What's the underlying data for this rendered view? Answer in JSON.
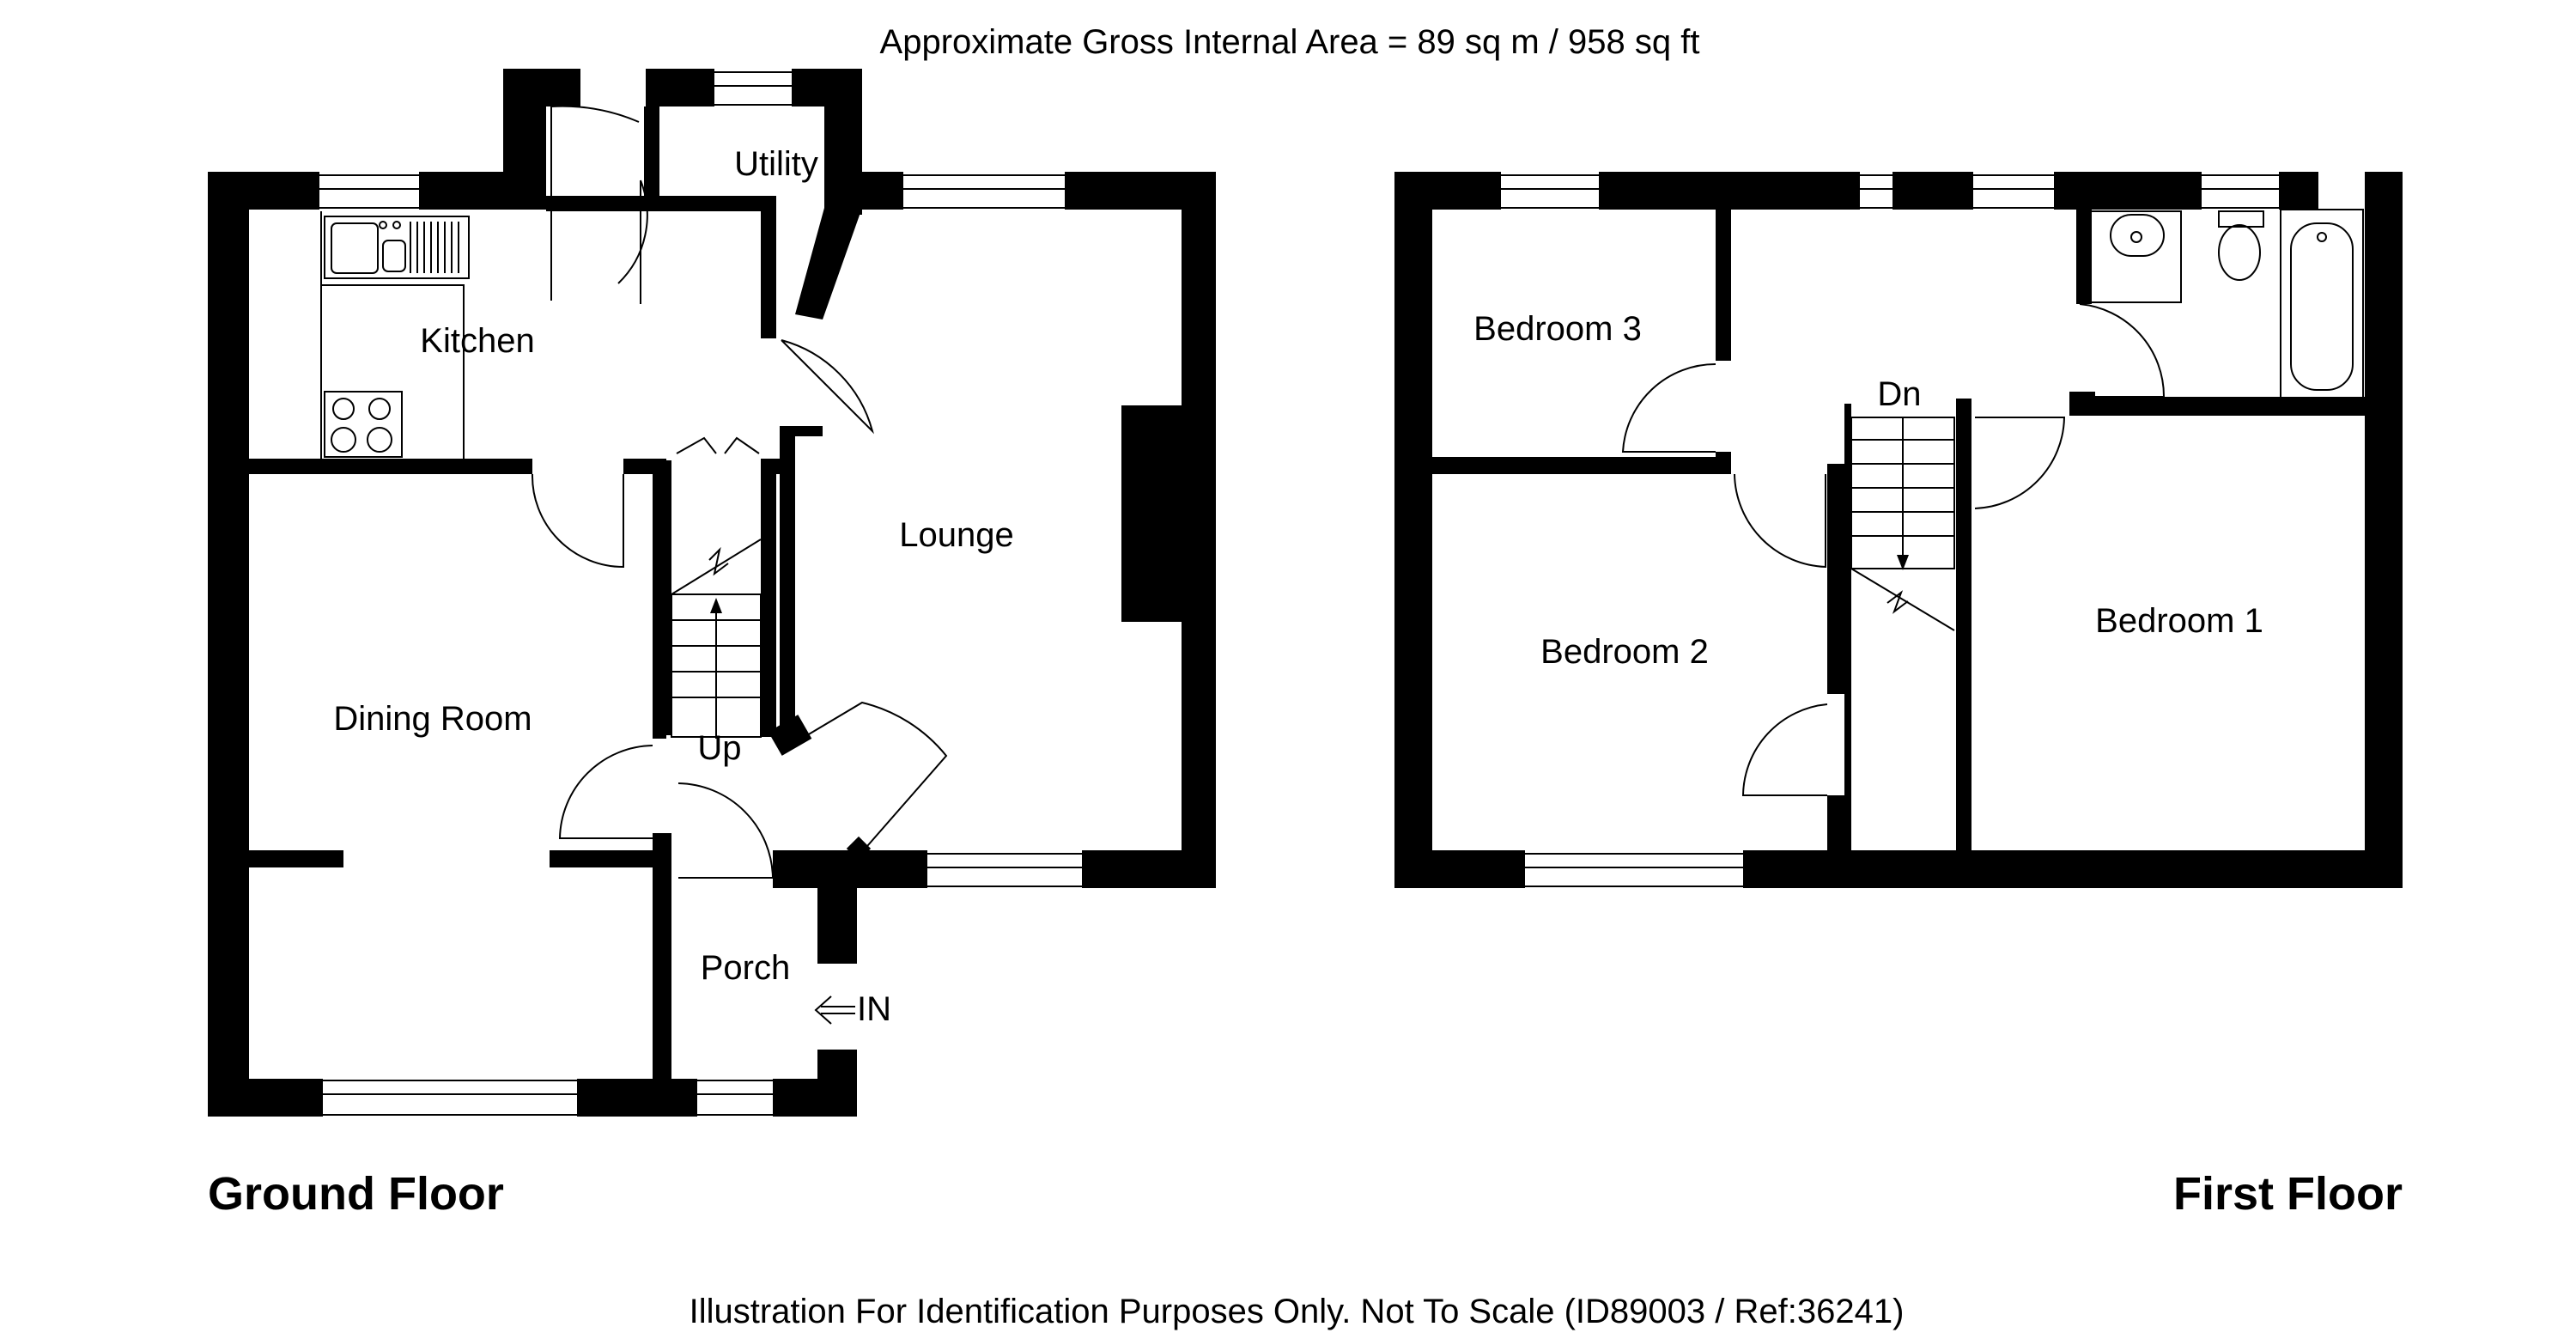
{
  "header": {
    "area_text": "Approximate Gross Internal Area  = 89 sq m / 958 sq ft"
  },
  "footer": {
    "disclaimer": "Illustration For Identification Purposes Only. Not To Scale (ID89003 / Ref:36241)"
  },
  "ground_floor": {
    "title": "Ground Floor",
    "rooms": {
      "kitchen": "Kitchen",
      "utility": "Utility",
      "lounge": "Lounge",
      "dining_room": "Dining Room",
      "porch": "Porch"
    },
    "stairs_label": "Up",
    "entrance_label": "IN",
    "entrance_icon": "arrow-left-icon"
  },
  "first_floor": {
    "title": "First Floor",
    "rooms": {
      "bedroom_1": "Bedroom 1",
      "bedroom_2": "Bedroom 2",
      "bedroom_3": "Bedroom 3"
    },
    "stairs_label": "Dn"
  },
  "colors": {
    "wall": "#000000",
    "background": "#ffffff"
  }
}
